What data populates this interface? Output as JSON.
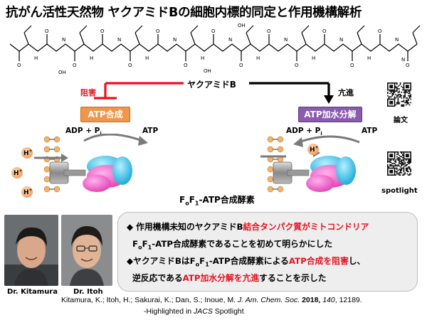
{
  "title": "抗がん活性天然物 ヤクアミドBの細胞内標的同定と作用機構解析",
  "compound_name": "ヤクアミドB",
  "left_panel": {
    "effect": "阻害",
    "pill": "ATP合成",
    "adp_label": "ADP + P",
    "adp_sub": "i",
    "atp_label": "ATP",
    "proton": "H",
    "proton_sup": "+"
  },
  "right_panel": {
    "effect": "亢進",
    "pill": "ATP加水分解",
    "adp_label": "ADP + P",
    "adp_sub": "i",
    "atp_label": "ATP"
  },
  "enzyme_label": {
    "pre": "F",
    "sub1": "o",
    "mid": "F",
    "sub2": "1",
    "post": "-ATP合成酵素"
  },
  "qr_codes": [
    {
      "label": "論文"
    },
    {
      "label": "spotlight"
    }
  ],
  "colors": {
    "inhibit": "#e8121f",
    "accent_orange": "#f0964a",
    "accent_purple": "#8a5bb0",
    "pink": "#f25bc6",
    "cyan": "#29c6ef"
  },
  "summary": {
    "l1_pre": "◆ 作用機構未知のヤクアミドB",
    "l1_red": "結合タンパク質がミトコンドリア",
    "l2_red_a": "F",
    "l2_red_sub1": "o",
    "l2_red_b": "F",
    "l2_red_sub2": "1",
    "l2_red_c": "-ATP合成酵素",
    "l2_post": "であることを初めて明らかにした",
    "l3_pre": "◆ヤクアミドBはF",
    "l3_sub1": "o",
    "l3_mid": "F",
    "l3_sub2": "1",
    "l3_mid2": "-ATP合成酵素による",
    "l3_red": "ATP合成を阻害",
    "l3_post": "し、",
    "l4_pre": "逆反応である",
    "l4_red": "ATP加水分解を亢進",
    "l4_post": "することを示した"
  },
  "people": [
    {
      "caption": "Dr. Kitamura"
    },
    {
      "caption": "Dr. Itoh"
    }
  ],
  "citation": {
    "authors": "Kitamura, K.; Itoh, H.; Sakurai, K.; Dan, S.; Inoue, M. ",
    "journal": "J. Am. Chem. Soc.",
    "year": " 2018",
    "volume": ", 140",
    "pages": ", 12189.",
    "highlight_pre": "-Highlighted in ",
    "highlight_journal": "JACS",
    "highlight_post": " Spotlight"
  }
}
